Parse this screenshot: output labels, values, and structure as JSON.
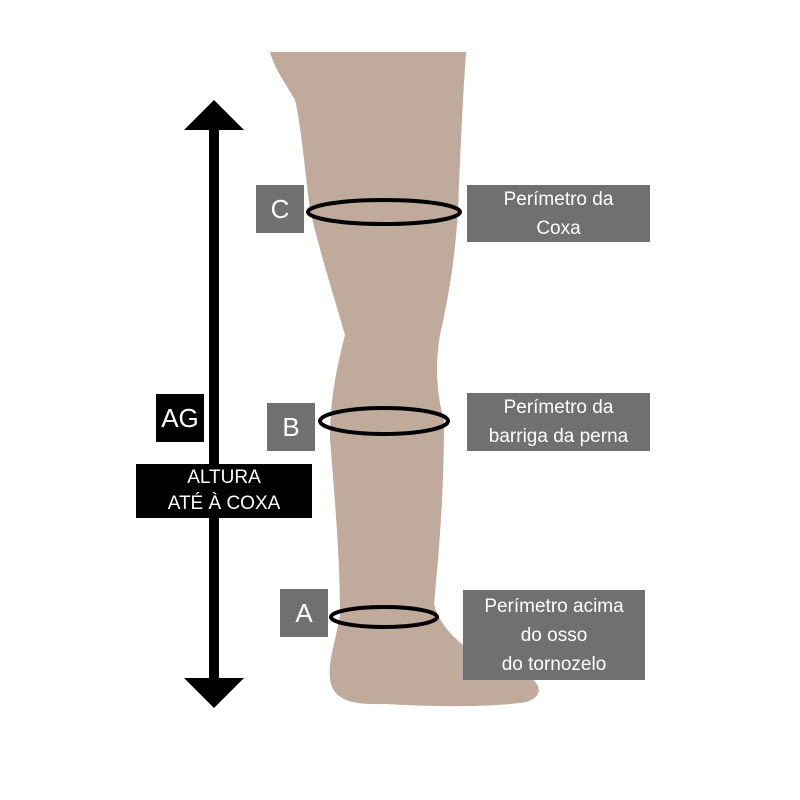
{
  "colors": {
    "leg": "#bfaa9b",
    "label_bg": "#707070",
    "dark_bg": "#000000",
    "text": "#ffffff",
    "lines": "#000000"
  },
  "height_marker": {
    "code": "AG",
    "label_lines": [
      "ALTURA",
      "ATÉ À COXA"
    ]
  },
  "measurements": [
    {
      "letter": "C",
      "label_lines": [
        "Perímetro da",
        "Coxa"
      ]
    },
    {
      "letter": "B",
      "label_lines": [
        "Perímetro da",
        "barriga da perna"
      ]
    },
    {
      "letter": "A",
      "label_lines": [
        "Perímetro acima",
        "do osso",
        "do tornozelo"
      ]
    }
  ]
}
